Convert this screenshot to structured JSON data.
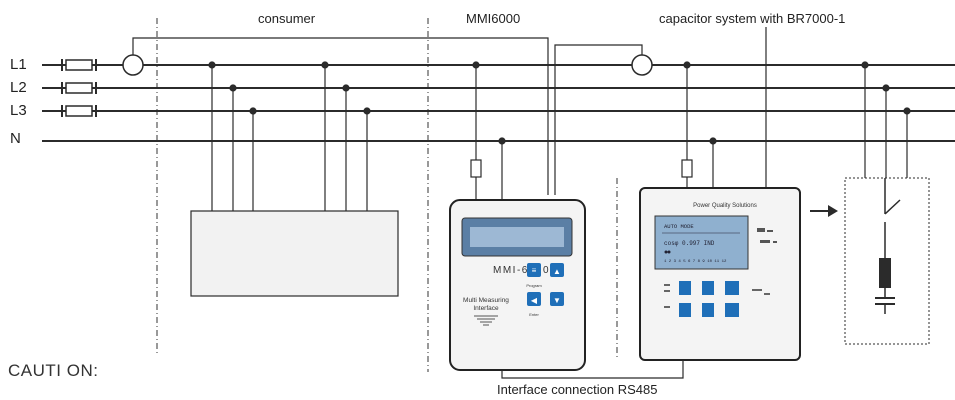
{
  "sections": {
    "consumer": "consumer",
    "mmi": "MMI6000",
    "capacitor": "capacitor system with BR7000-1"
  },
  "phases": [
    "L1",
    "L2",
    "L3",
    "N"
  ],
  "mmi_device": {
    "model": "MMI-6000",
    "subtitle_1": "Multi Measuring",
    "subtitle_2": "Interface",
    "program_label": "Program",
    "enter_label": "Enter"
  },
  "br7000_device": {
    "brand": "Power Quality Solutions",
    "mode": "AUTO MODE",
    "reading": "cosφ 0.997 IND",
    "steps": "1 2 3 4 5 6 7 8 9 10 11 12"
  },
  "caution": "CAUTI ON:",
  "rs485": "Interface connection RS485",
  "colors": {
    "line": "#2b2b2b",
    "device_border": "#222222",
    "device_fill": "#f4f4f4",
    "screen": "#8fb0cf",
    "screen_dark": "#5b7fa5",
    "key_blue": "#1f6fb8",
    "consumer_box": "#f2f2f2"
  }
}
